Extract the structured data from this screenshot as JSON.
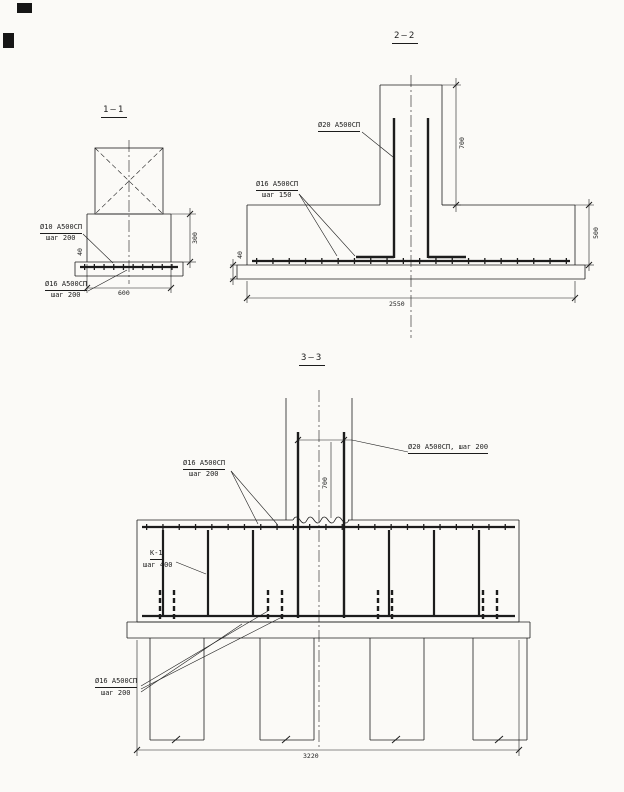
{
  "meta": {
    "drawing_type": "reinforced-concrete foundation section details",
    "background_color": "#fbfaf7",
    "line_color": "#1c1c1c"
  },
  "sections": {
    "s11": {
      "title": "1–1",
      "label_top_1": "Ø10 A500СП",
      "label_top_2": "шаг 200",
      "label_bottom_1": "Ø16 A500СП",
      "label_bottom_2": "шаг 200",
      "dim_height": "300",
      "dim_slab": "40",
      "dim_width": "600"
    },
    "s22": {
      "title": "2–2",
      "label_column_rebar": "Ø20 A500СП",
      "label_mesh_1": "Ø16 A500СП",
      "label_mesh_2": "шаг 150",
      "dim_column": "700",
      "dim_footing": "500",
      "dim_slab": "40",
      "dim_width": "2550"
    },
    "s33": {
      "title": "3–3",
      "label_column_rebar": "Ø20 А500СП, шаг 200",
      "label_top_mesh_1": "Ø16 А500СП",
      "label_top_mesh_2": "шаг 200",
      "label_frame_1": "К-1",
      "label_frame_2": "шаг 400",
      "label_pile_rebar_1": "Ø16 А500СП",
      "label_pile_rebar_2": "шаг 200",
      "dim_embed": "700",
      "dim_width": "3220"
    }
  }
}
